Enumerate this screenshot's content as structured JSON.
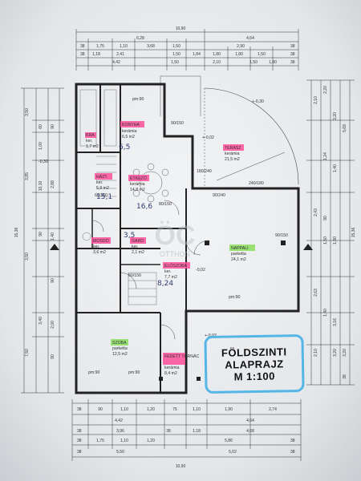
{
  "title": {
    "line1": "FÖLDSZINTI",
    "line2": "ALAPRAJZ",
    "line3": "M 1:100"
  },
  "colors": {
    "paper": "#eef0f3",
    "ink": "#222222",
    "pink_highlight": "#ff4f9a",
    "green_highlight": "#7ddc4a",
    "frame_blue": "#54b6e6"
  },
  "watermark": "OTTHON",
  "levels": {
    "top": "+-0,30",
    "terrace": "+-0,02",
    "mid": "-0,02",
    "left": "-0,30",
    "bottom": "+-0,02"
  },
  "rooms": [
    {
      "name": "KONYHA",
      "floor": "kerámia",
      "area": "6,5 m2",
      "hl": "pink"
    },
    {
      "name": "KRA",
      "floor": "ker.",
      "area": "1,7 m2",
      "hl": "pink"
    },
    {
      "name": "ÉTKEZŐ",
      "floor": "kerámia",
      "area": "14,8 m2",
      "hl": "pink"
    },
    {
      "name": "HÁZT.",
      "floor": "ker.",
      "area": "5,9 m2",
      "hl": "pink"
    },
    {
      "name": "TERASZ",
      "floor": "kerámia",
      "area": "21,5 m2",
      "hl": "pink"
    },
    {
      "name": "NAPPALI",
      "floor": "parketta",
      "area": "24,1 m2",
      "hl": "green"
    },
    {
      "name": "MOSDÓ",
      "floor": "ker.",
      "area": "3,6 m2",
      "hl": "pink"
    },
    {
      "name": "GARD.",
      "floor": "ker.",
      "area": "2,1 m2",
      "hl": "pink"
    },
    {
      "name": "ELŐSZOBA",
      "floor": "ker.",
      "area": "7,7 m2",
      "hl": "pink"
    },
    {
      "name": "SZOBA",
      "floor": "parketta",
      "area": "12,5 m2",
      "hl": "green"
    },
    {
      "name": "FEDETT TORNÁC",
      "floor": "kerámia",
      "area": "8,4 m2",
      "hl": "pink"
    }
  ],
  "handwritten": [
    "15,1",
    "16,6",
    "3,5",
    "8,24",
    "6,5"
  ],
  "dims_top": {
    "overall": "10,90",
    "row1": [
      "6,28",
      "4,64"
    ],
    "row2": [
      "38",
      "1,75",
      "1,10",
      "3,68",
      "1,50",
      "2,90",
      "38"
    ],
    "row3": [
      "38",
      "1,18",
      "2,41",
      "1,50",
      "1,84",
      "1,80",
      "1,80",
      "1,50",
      "38"
    ],
    "row4": [
      "4,42",
      "1,50",
      "2,10",
      "1,50",
      "1,80",
      "38"
    ]
  },
  "dims_bottom": {
    "row1": [
      "38",
      "90",
      "1,10",
      "1,20",
      "75",
      "1,10",
      "1,90",
      "2,74"
    ],
    "row2": [
      "4,42",
      "4,64"
    ],
    "row3": [
      "38",
      "3,96",
      "38",
      "1,18",
      "4,68"
    ],
    "row4": [
      "38",
      "1,75",
      "1,10",
      "1,20",
      "5,86",
      "38"
    ],
    "row5": [
      "38",
      "5,50",
      "5,02",
      "38"
    ],
    "overall": "10,90"
  },
  "dims_left": [
    "3,50",
    "60",
    "1,00",
    "90",
    "3,85",
    "2,88",
    "10,10",
    "15,36",
    "1,40",
    "90",
    "3,50",
    "90",
    "3,40",
    "2,00",
    "90",
    "7,50"
  ],
  "dims_right": [
    "2,10",
    "2,20",
    "3,20",
    "5,69",
    "1,24",
    "1,40",
    "2,43",
    "90",
    "1,50",
    "1,90",
    "2,63",
    "1,40",
    "3,16",
    "2,10",
    "3,20",
    "3,20",
    "38",
    "15,36"
  ],
  "inner_labels": [
    "pm:90",
    "pm:90",
    "pm:90",
    "pm:90",
    "180/240",
    "90/150",
    "60/150",
    "80/150",
    "240/180",
    "60/150",
    "90/240",
    "90/150"
  ]
}
